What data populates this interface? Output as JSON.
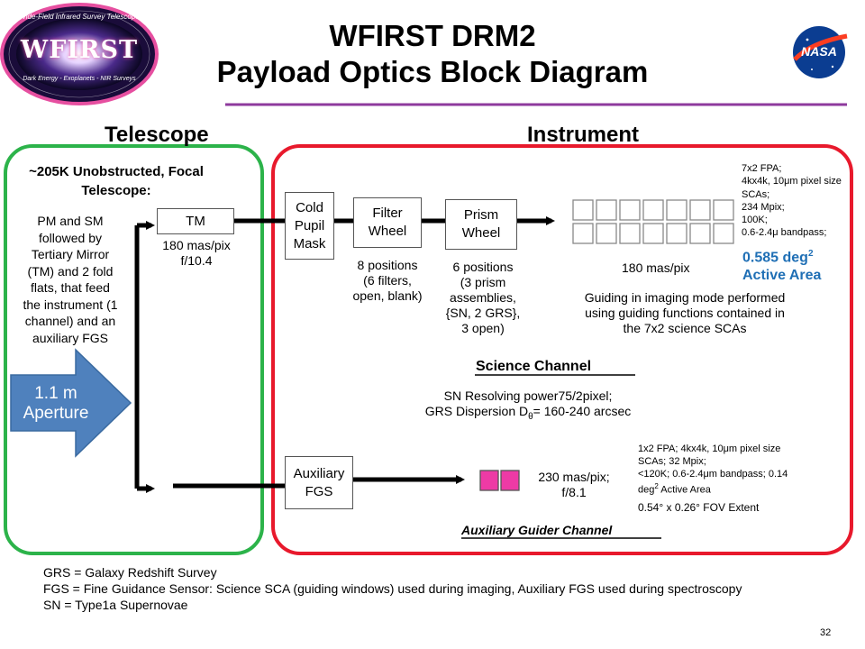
{
  "header": {
    "title_line1": "WFIRST DRM2",
    "title_line2": "Payload Optics Block Diagram",
    "logo_text": "WFIRST",
    "logo_ring_top": "Wide-Field Infrared Survey Telescope",
    "logo_ring_bottom": "Dark Energy - Exoplanets - NIR Surveys",
    "nasa_text": "NASA"
  },
  "sections": {
    "telescope_label": "Telescope",
    "instrument_label": "Instrument"
  },
  "telescope": {
    "heading_line1": "~205K Unobstructed, Focal",
    "heading_line2": "Telescope:",
    "description_lines": [
      "PM and SM",
      "followed by",
      "Tertiary Mirror",
      "(TM) and 2 fold",
      "flats, that feed",
      "the instrument (1",
      "channel) and an",
      "auxiliary FGS"
    ],
    "tm_label": "TM",
    "tm_line1": "180 mas/pix",
    "tm_line2": "f/10.4",
    "aperture_line1": "1.1 m",
    "aperture_line2": "Aperture"
  },
  "science": {
    "cold_pupil": [
      "Cold",
      "Pupil",
      "Mask"
    ],
    "filter_wheel": [
      "Filter",
      "Wheel"
    ],
    "prism_wheel": [
      "Prism",
      "Wheel"
    ],
    "filter_note": [
      "8 positions",
      "(6 filters,",
      "open, blank)"
    ],
    "prism_note": [
      "6 positions",
      "(3 prism",
      "assemblies,",
      "{SN, 2 GRS},",
      "3 open)"
    ],
    "fpa_scale": "180 mas/pix",
    "fpa_specs": [
      "7x2 FPA;",
      "4kx4k, 10μm pixel size",
      "SCAs;",
      "234 Mpix;",
      "100K;",
      "0.6-2.4μ bandpass;"
    ],
    "active_area_value": "0.585 deg",
    "active_area_sup": "2",
    "active_area_label": "Active Area",
    "guiding_note": [
      "Guiding in imaging mode performed",
      "using guiding functions contained in",
      "the 7x2 science SCAs"
    ],
    "channel_title": "Science Channel",
    "sn_line": "SN Resolving power75/2pixel;",
    "grs_line_prefix": "GRS Dispersion D",
    "grs_line_sub": "θ",
    "grs_line_suffix": "= 160-240 arcsec"
  },
  "auxiliary": {
    "fgs_box": [
      "Auxiliary",
      "FGS"
    ],
    "scale_line1": "230 mas/pix;",
    "scale_line2": "f/8.1",
    "specs_line1": "1x2 FPA; 4kx4k, 10μm pixel size",
    "specs_line2": "SCAs; 32 Mpix;",
    "specs_line3": "<120K;  0.6-2.4μm bandpass; 0.14",
    "specs_line4_prefix": "deg",
    "specs_line4_sup": "2",
    "specs_line4_suffix": " Active Area",
    "fov_extent": "0.54° x  0.26° FOV Extent",
    "channel_title": "Auxiliary Guider Channel"
  },
  "footer": {
    "glossary": [
      "GRS = Galaxy Redshift Survey",
      "FGS = Fine Guidance Sensor:  Science SCA (guiding windows) used during imaging, Auxiliary FGS used during spectroscopy",
      "SN = Type1a Supernovae"
    ],
    "page_number": "32"
  },
  "colors": {
    "telescope_border": "#2cb34a",
    "instrument_border": "#e8192c",
    "title_rule": "#8e3a9d",
    "aperture_arrow": "#4f81bd",
    "active_area": "#1f6fb5",
    "aux_detector": "#ee3aa5"
  }
}
